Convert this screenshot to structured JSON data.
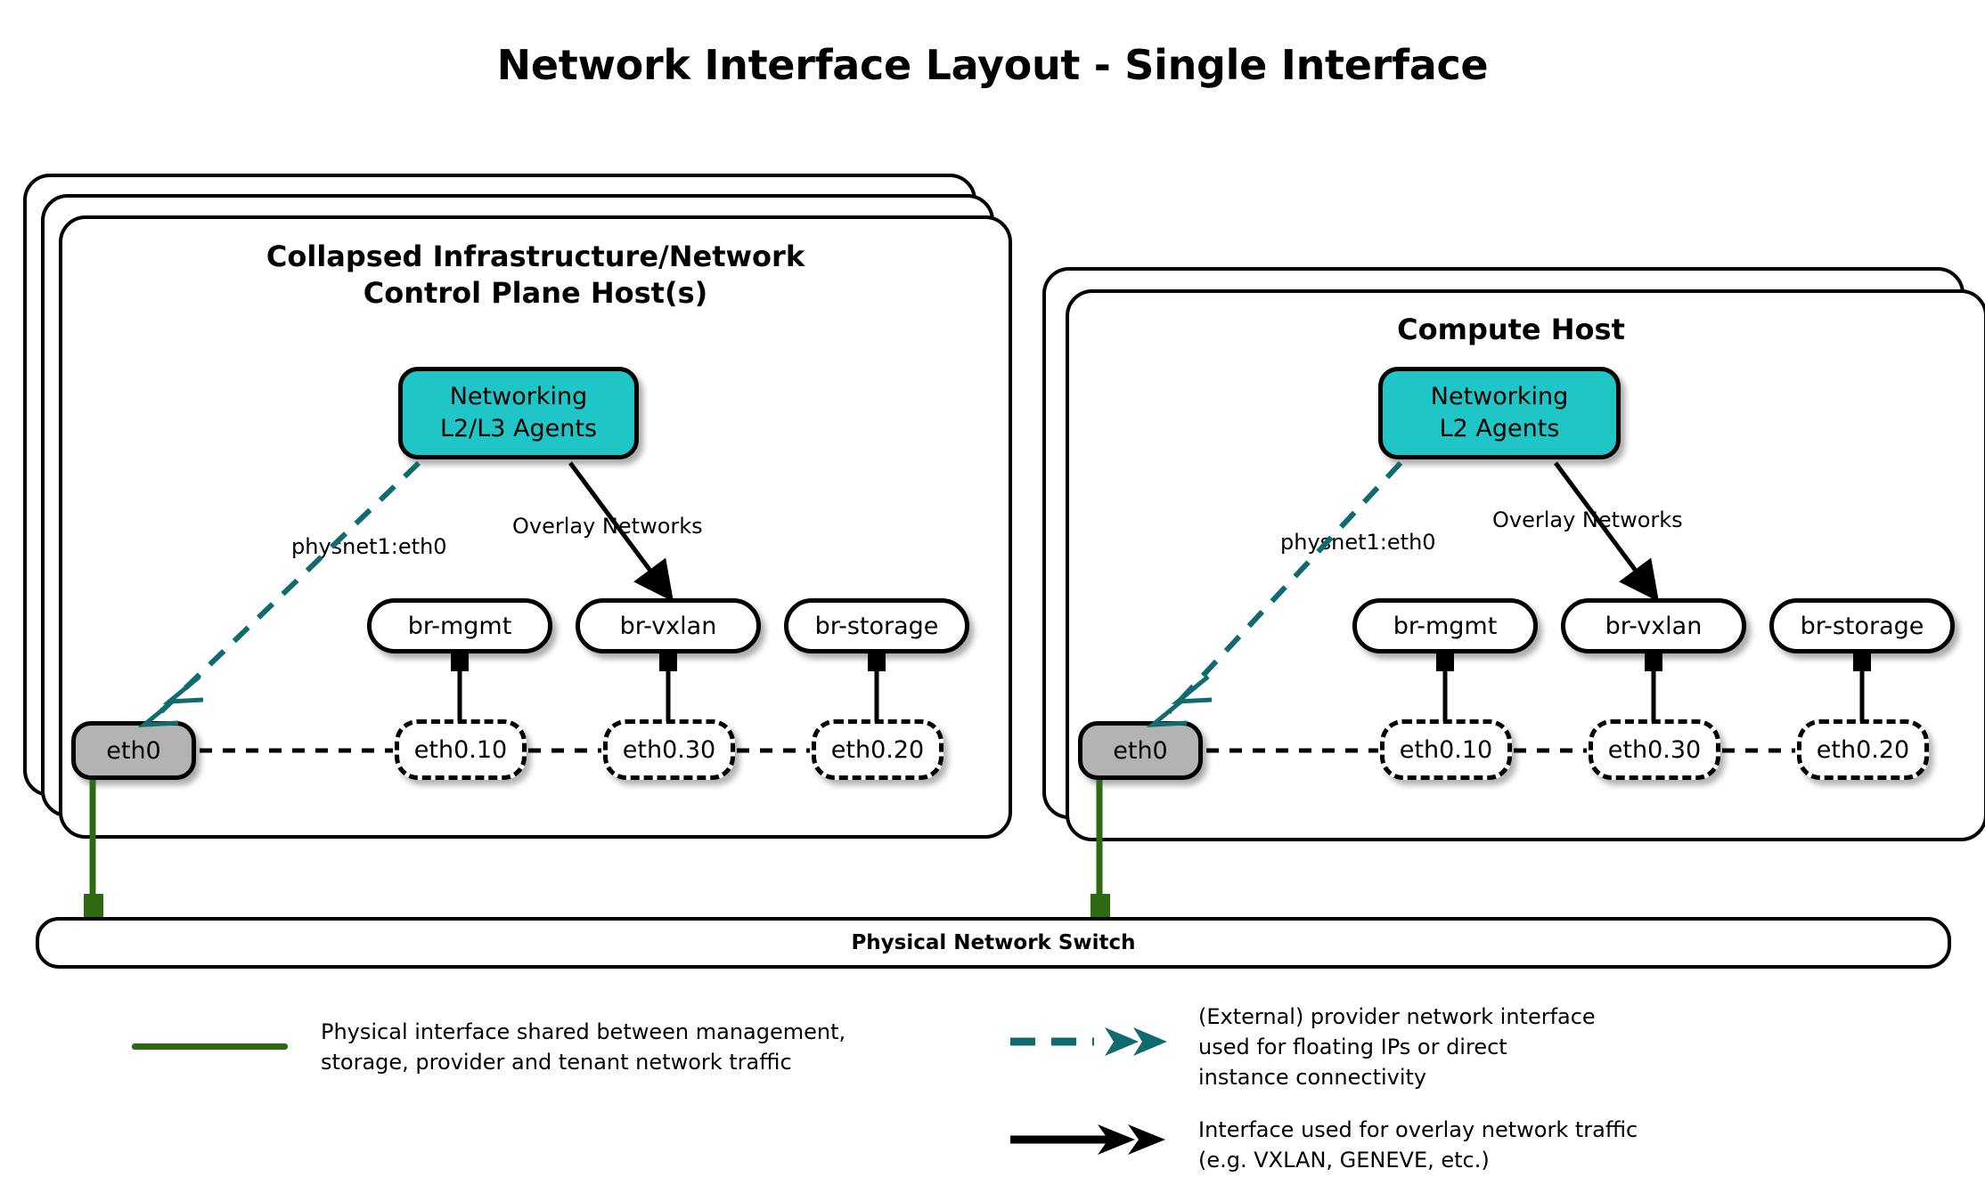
{
  "title": "Network Interface Layout - Single Interface",
  "colors": {
    "agent_fill": "#20c6c6",
    "eth_fill": "#b3b3b3",
    "provider_teal": "#0f6b70",
    "physical_green": "#2d6a12",
    "outline": "#000000",
    "background": "#ffffff"
  },
  "hosts": [
    {
      "id": "control-plane",
      "title": "Collapsed Infrastructure/Network\nControl Plane Host(s)",
      "stack_layers": 3,
      "agents": {
        "label": "Networking\nL2/L3 Agents"
      },
      "provider_label": "physnet1:eth0",
      "overlay_label": "Overlay Networks",
      "physical_nic": "eth0",
      "bridges": [
        {
          "bridge": "br-mgmt",
          "vlan": "eth0.10"
        },
        {
          "bridge": "br-vxlan",
          "vlan": "eth0.30"
        },
        {
          "bridge": "br-storage",
          "vlan": "eth0.20"
        }
      ]
    },
    {
      "id": "compute",
      "title": "Compute Host",
      "stack_layers": 2,
      "agents": {
        "label": "Networking\nL2 Agents"
      },
      "provider_label": "physnet1:eth0",
      "overlay_label": "Overlay Networks",
      "physical_nic": "eth0",
      "bridges": [
        {
          "bridge": "br-mgmt",
          "vlan": "eth0.10"
        },
        {
          "bridge": "br-vxlan",
          "vlan": "eth0.30"
        },
        {
          "bridge": "br-storage",
          "vlan": "eth0.20"
        }
      ]
    }
  ],
  "switch": {
    "label": "Physical Network Switch"
  },
  "legend": [
    {
      "id": "physical-interface",
      "style": "solid-green-line",
      "text": "Physical interface shared between management,\nstorage, provider and tenant network traffic"
    },
    {
      "id": "provider-interface",
      "style": "dashed-teal-double-arrow",
      "text": "(External) provider network interface\nused for floating IPs or direct\ninstance connectivity"
    },
    {
      "id": "overlay-interface",
      "style": "solid-black-double-arrow",
      "text": "Interface used for overlay network traffic\n(e.g. VXLAN, GENEVE, etc.)"
    }
  ]
}
